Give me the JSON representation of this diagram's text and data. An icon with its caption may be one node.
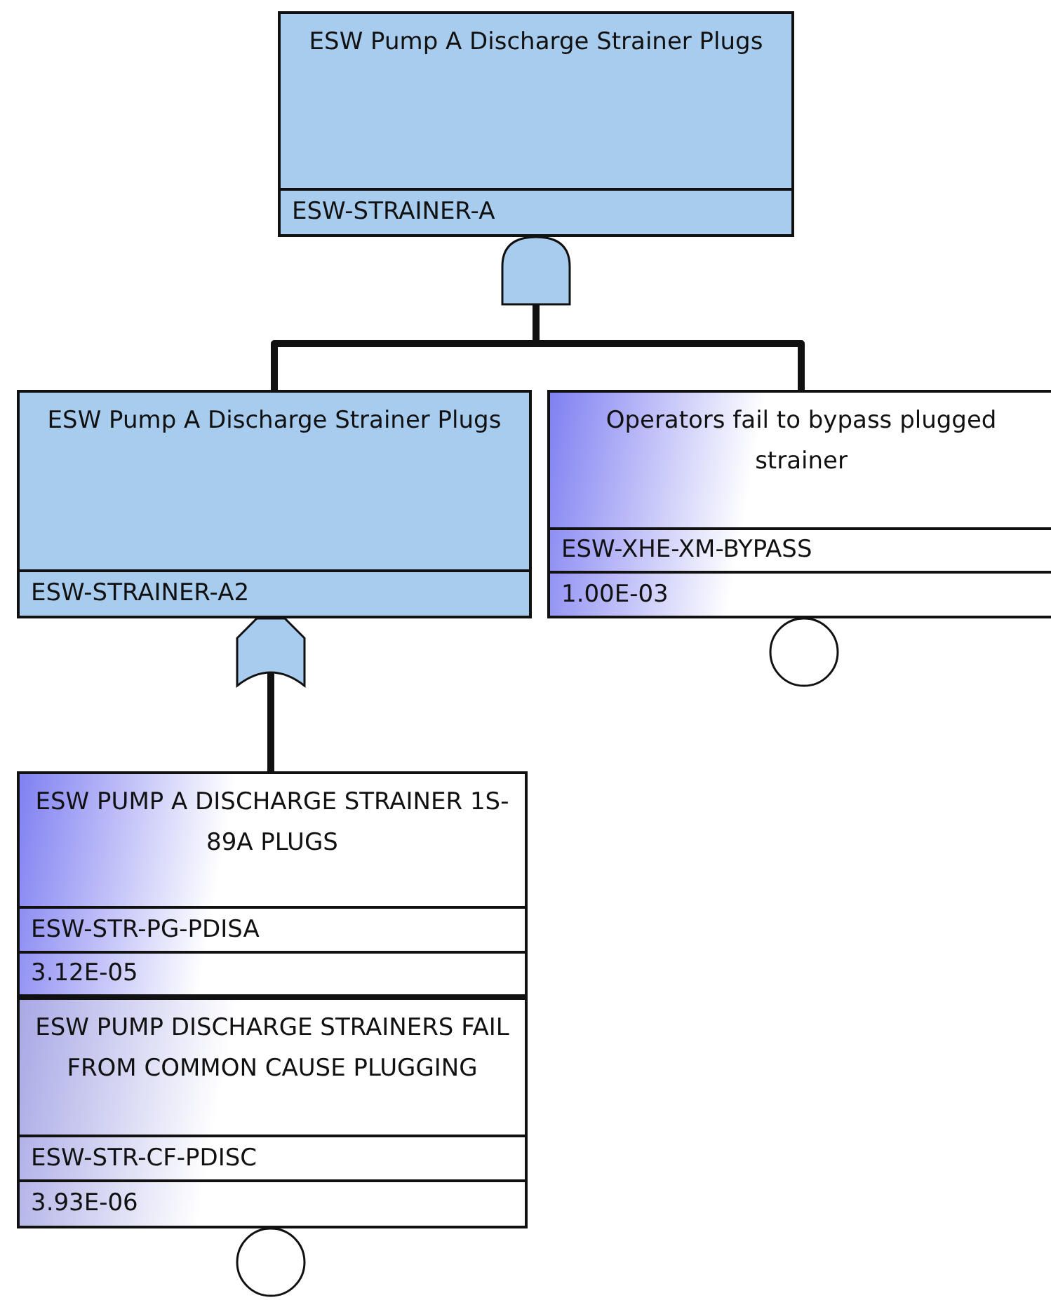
{
  "diagram": {
    "nodes": [
      {
        "text": [
          "ESW Pump A Discharge Strainer Plugs",
          "ESW-STRAINER-A"
        ]
      },
      {
        "text": [],
        "shape": "gate"
      },
      {
        "text": [
          "ESW Pump A Discharge Strainer Plugs",
          "ESW-STRAINER-A2"
        ]
      },
      {
        "text": [
          "Operators fail to bypass plugged strainer",
          "ESW-XHE-XM-BYPASS",
          "1.00E-03"
        ]
      },
      {
        "text": [],
        "shape": "circle"
      },
      {
        "text": [],
        "shape": "gate"
      },
      {
        "text": [
          "ESW PUMP A DISCHARGE STRAINER 1S-89A PLUGS",
          "ESW-STR-PG-PDISA",
          "3.12E-05"
        ]
      },
      {
        "text": [
          "ESW PUMP DISCHARGE STRAINERS FAIL FROM COMMON CAUSE PLUGGING",
          "ESW-STR-CF-PDISC",
          "3.93E-06"
        ]
      },
      {
        "text": [],
        "shape": "circle"
      }
    ],
    "edges": [
      {
        "from": 1,
        "to": 2,
        "arrow": "none"
      },
      {
        "from": 1,
        "to": 3,
        "arrow": "none"
      },
      {
        "from": 5,
        "to": 6,
        "arrow": "none"
      }
    ]
  }
}
